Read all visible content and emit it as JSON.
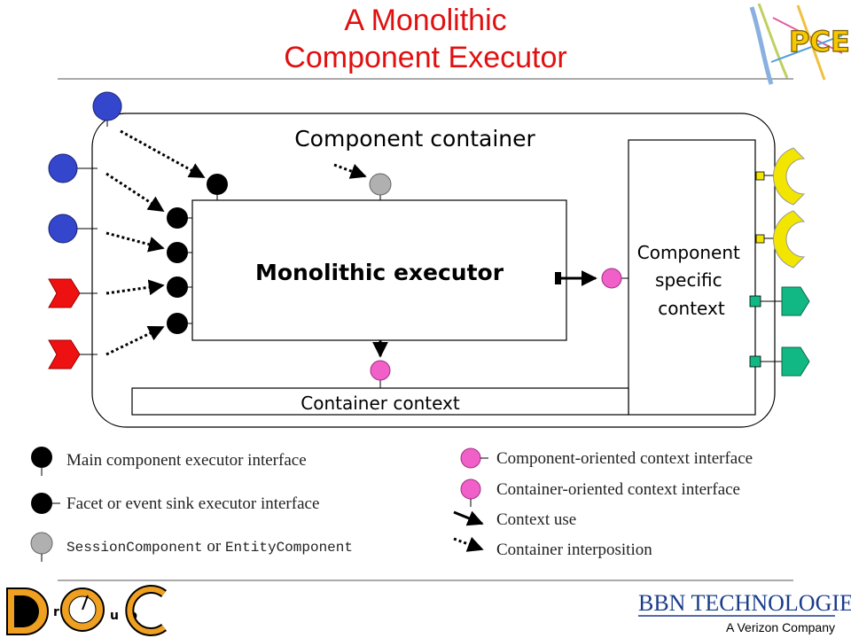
{
  "title": {
    "line1": "A Monolithic",
    "line2": "Component Executor"
  },
  "logo_top_right": "PCES",
  "diagram": {
    "container_label": "Component container",
    "executor_label": "Monolithic executor",
    "component_context_label": [
      "Component",
      "specific",
      "context"
    ],
    "container_context_label": "Container context"
  },
  "legend": {
    "main_interface": "Main component executor interface",
    "facet_interface": "Facet or event sink executor interface",
    "session_component": "SessionComponent",
    "or_word": "or",
    "entity_component": "EntityComponent",
    "component_oriented": "Component-oriented context interface",
    "container_oriented": "Container-oriented context interface",
    "context_use": "Context use",
    "container_interposition": "Container interposition"
  },
  "footer": {
    "doc_logo_letters": [
      "D",
      "r",
      "O",
      "u",
      "p",
      "C"
    ],
    "bbn_name": "BBN TECHNOLOGIES",
    "bbn_sub": "A Verizon Company"
  },
  "colors": {
    "title": "#e01010",
    "blue_port": "#3346cc",
    "red_port": "#ee1111",
    "pink_port": "#f060c8",
    "gray_port": "#b0b0b0",
    "yellow_port": "#f2e600",
    "green_port": "#12b884"
  }
}
